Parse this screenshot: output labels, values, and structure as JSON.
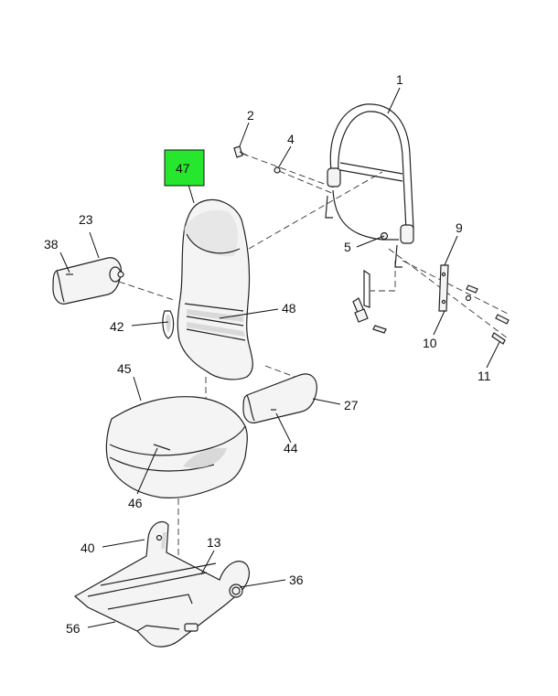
{
  "diagram": {
    "callouts": {
      "c1": "1",
      "c2": "2",
      "c4": "4",
      "c5": "5",
      "c9": "9",
      "c10": "10",
      "c11": "11",
      "c23": "23",
      "c38": "38",
      "c42": "42",
      "c48": "48",
      "c47": "47",
      "c45": "45",
      "c27": "27",
      "c44": "44",
      "c46": "46",
      "c40": "40",
      "c13": "13",
      "c36": "36",
      "c56": "56"
    },
    "highlight": {
      "part": "47",
      "color": "#27e62e"
    }
  }
}
